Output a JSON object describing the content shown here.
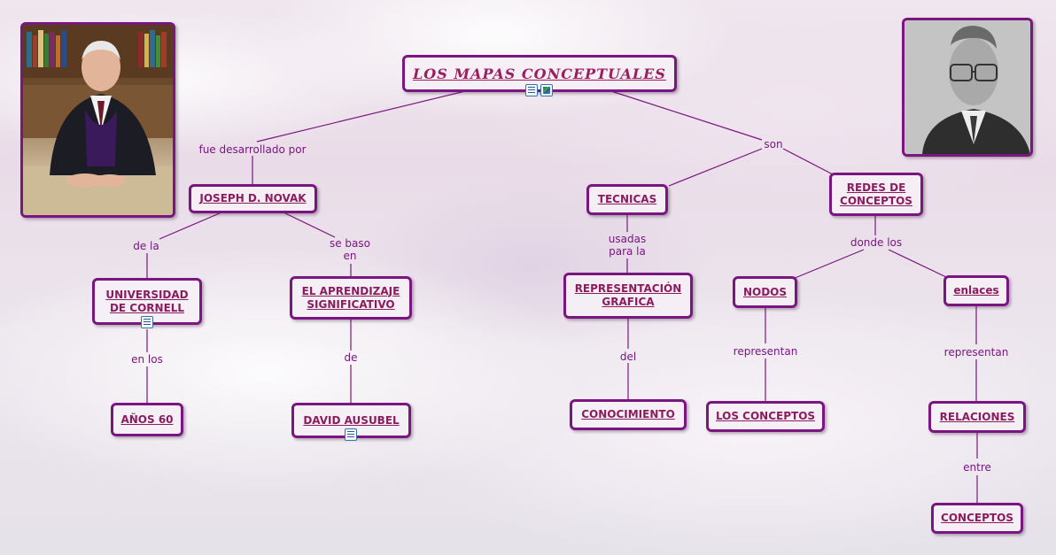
{
  "title": "LOS MAPAS CONCEPTUALES",
  "concepts": {
    "novak": "JOSEPH D. NOVAK",
    "tecnicas": "TECNICAS",
    "redes": "REDES DE CONCEPTOS",
    "cornell": "UNIVERSIDAD DE CORNELL",
    "aprendizaje": "EL APRENDIZAJE SIGNIFICATIVO",
    "representacion": "REPRESENTACIÓN GRAFICA",
    "nodos": "NODOS",
    "enlaces": "enlaces",
    "anos60": "AÑOS 60",
    "ausubel": "DAVID AUSUBEL",
    "conocimiento": "CONOCIMIENTO",
    "losconceptos": "LOS CONCEPTOS",
    "relaciones": "RELACIONES",
    "conceptos": "CONCEPTOS"
  },
  "links": {
    "fue": "fue desarrollado por",
    "son": "son",
    "dela": "de la",
    "sebaso": "se baso en",
    "usadas": "usadas para la",
    "dondelos": "donde los",
    "enlos": "en los",
    "de": "de",
    "del": "del",
    "representan1": "representan",
    "representan2": "representan",
    "entre": "entre"
  },
  "colors": {
    "border": "#7a1680",
    "text": "#8a1c5f",
    "link_text": "#7a1680",
    "line": "#7a1680"
  },
  "icons": {
    "resource": "document-icon",
    "image": "image-icon"
  }
}
